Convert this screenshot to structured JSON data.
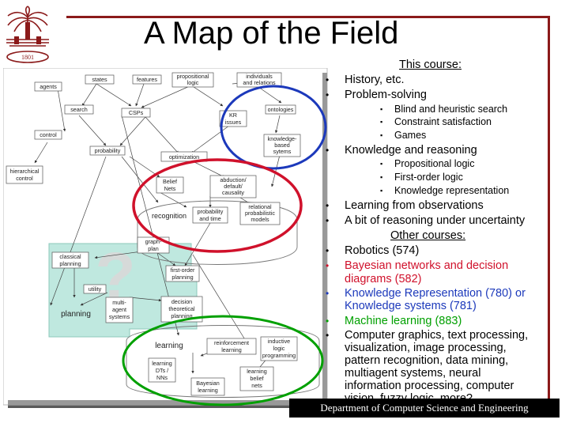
{
  "slide": {
    "title": "A Map of the Field",
    "footer": "Department of Computer Science and Engineering",
    "logo_text": "1801"
  },
  "colors": {
    "frame": "#8b1a1a",
    "logo": "#8b1a1a",
    "circle_blue": "#1c39bb",
    "circle_red": "#d0112b",
    "circle_green": "#00a000",
    "planning_region": "#bfe8df",
    "text_red": "#d0112b",
    "text_blue": "#1c39bb",
    "text_green": "#00a000"
  },
  "this_course": {
    "heading": "This course:",
    "items": [
      {
        "text": "History, etc."
      },
      {
        "text": "Problem-solving",
        "sub": [
          "Blind and heuristic search",
          "Constraint satisfaction",
          "Games"
        ]
      },
      {
        "text": "Knowledge and reasoning",
        "sub": [
          "Propositional logic",
          "First-order logic",
          "Knowledge representation"
        ]
      },
      {
        "text": "Learning from observations"
      },
      {
        "text": "A bit of reasoning under uncertainty"
      }
    ]
  },
  "other_courses": {
    "heading": "Other courses:",
    "items": [
      {
        "text": "Robotics (574)"
      },
      {
        "lines": [
          "Bayesian networks and decision",
          "diagrams (582)"
        ]
      },
      {
        "lines": [
          "Knowledge Representation (780) or",
          "Knowledge systems (781)"
        ]
      },
      {
        "text": "Machine learning (883)"
      },
      {
        "lines": [
          "Computer graphics, text processing,",
          "visualization, image processing,",
          "pattern recognition, data mining,",
          "multiagent systems, neural",
          "information processing, computer",
          "vision, fuzzy logic, more?"
        ]
      }
    ]
  },
  "map": {
    "states": "states",
    "features": "features",
    "propositional": [
      "propositional",
      "logic"
    ],
    "individuals": [
      "individuals",
      "and relations"
    ],
    "agents": "agents",
    "search": "search",
    "csps": "CSPs",
    "kr_issues": [
      "KR",
      "issues"
    ],
    "ontologies": "ontologies",
    "control": "control",
    "kb_systems": [
      "knowledge-",
      "based",
      "sytems"
    ],
    "probability": "probability",
    "optimization": "optimization",
    "hierarchical": [
      "hierarchical",
      "control"
    ],
    "belief_nets": [
      "Belief",
      "Nets"
    ],
    "abduction": [
      "abduction/",
      "default/",
      "causality"
    ],
    "recognition": "recognition",
    "prob_time": [
      "probability",
      "and time"
    ],
    "relational_prob": [
      "relational",
      "probabilistic",
      "models"
    ],
    "classical": [
      "classical",
      "planning"
    ],
    "graph_plan": [
      "graph-",
      "plan"
    ],
    "first_order_planning": [
      "first-order",
      "planning"
    ],
    "utility": "utility",
    "planning": "planning",
    "multi_agent": [
      "multi-",
      "agent",
      "systems"
    ],
    "decision_theoretic": [
      "decision",
      "theoretical",
      "planning"
    ],
    "learning": "learning",
    "reinforcement": [
      "reinforcement",
      "learning"
    ],
    "ilp": [
      "inductive",
      "logic",
      "programming"
    ],
    "learning_dts": [
      "learning",
      "DTs /",
      "NNs"
    ],
    "bayesian_learning": [
      "Bayesian",
      "learning"
    ],
    "learning_belief": [
      "learning",
      "belief",
      "nets"
    ]
  }
}
